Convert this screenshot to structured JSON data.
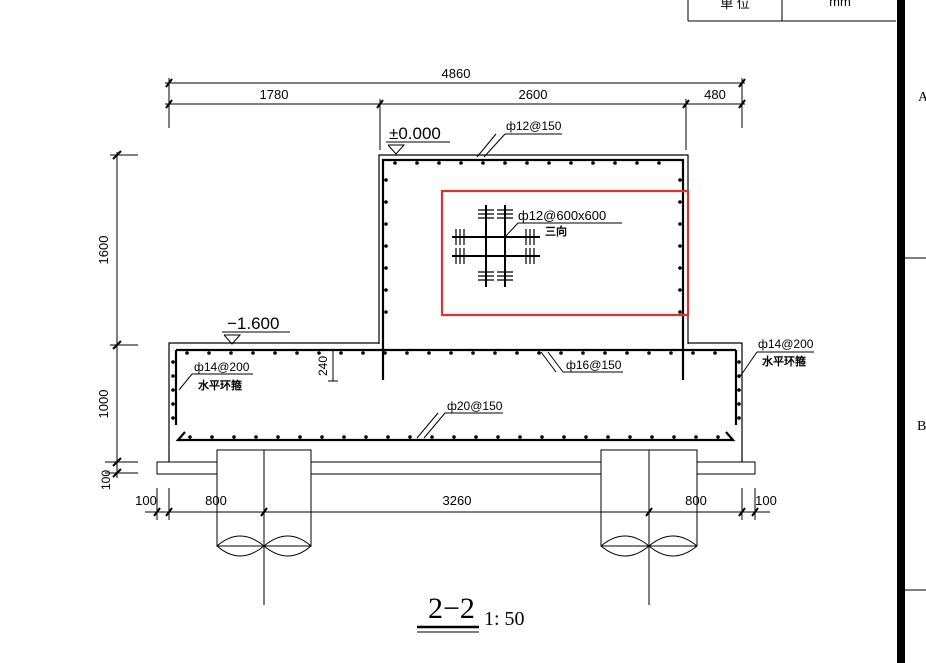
{
  "title_block": {
    "label": "单  位",
    "value": "mm"
  },
  "grid_refs": {
    "a": "A",
    "b": "B"
  },
  "dimensions": {
    "overall": "4860",
    "left_segment": "1780",
    "middle_segment": "2600",
    "right_segment": "480",
    "pedestal_height": "1600",
    "base_height": "1000",
    "lean_layer": "100",
    "cover_240": "240",
    "bottom_left_edge": "100",
    "pile_left_width": "800",
    "pile_spacing": "3260",
    "pile_right_width": "800",
    "bottom_right_edge": "100"
  },
  "elevations": {
    "top": "±0.000",
    "base": "−1.600"
  },
  "rebar_labels": {
    "pedestal_top": "ф12@150",
    "tie_bars": "ф12@600x600",
    "tie_note": "三向",
    "left_side": "ф14@200",
    "left_side_note": "水平环箍",
    "right_side": "ф14@200",
    "right_side_note": "水平环箍",
    "base_top": "ф16@150",
    "base_bottom": "ф20@150"
  },
  "section": {
    "name": "2−2",
    "scale": "1: 50"
  },
  "highlight_color": "#e03030",
  "line_color": "#000000"
}
